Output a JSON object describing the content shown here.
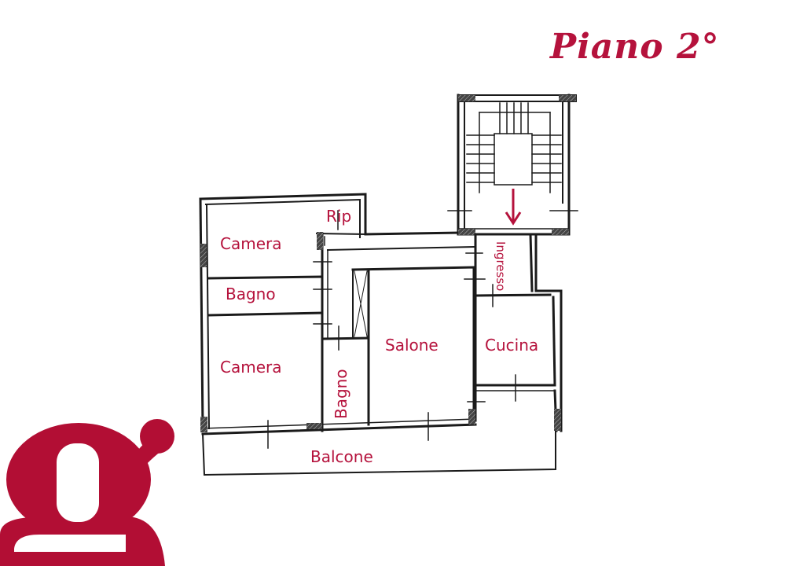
{
  "header": {
    "title": "Piano 2°"
  },
  "colors": {
    "accent": "#b5123c",
    "wall": "#1a1a1a",
    "background": "#ffffff"
  },
  "rooms": {
    "camera_top": "Camera",
    "rip": "Rip",
    "bagno_left": "Bagno",
    "camera_bottom": "Camera",
    "bagno_vertical": "Bagno",
    "salone": "Salone",
    "ingresso": "Ingresso",
    "cucina": "Cucina",
    "balcone": "Balcone"
  },
  "icons": {
    "entrance_arrow": "arrow-down-icon",
    "logo": "g-logo"
  }
}
